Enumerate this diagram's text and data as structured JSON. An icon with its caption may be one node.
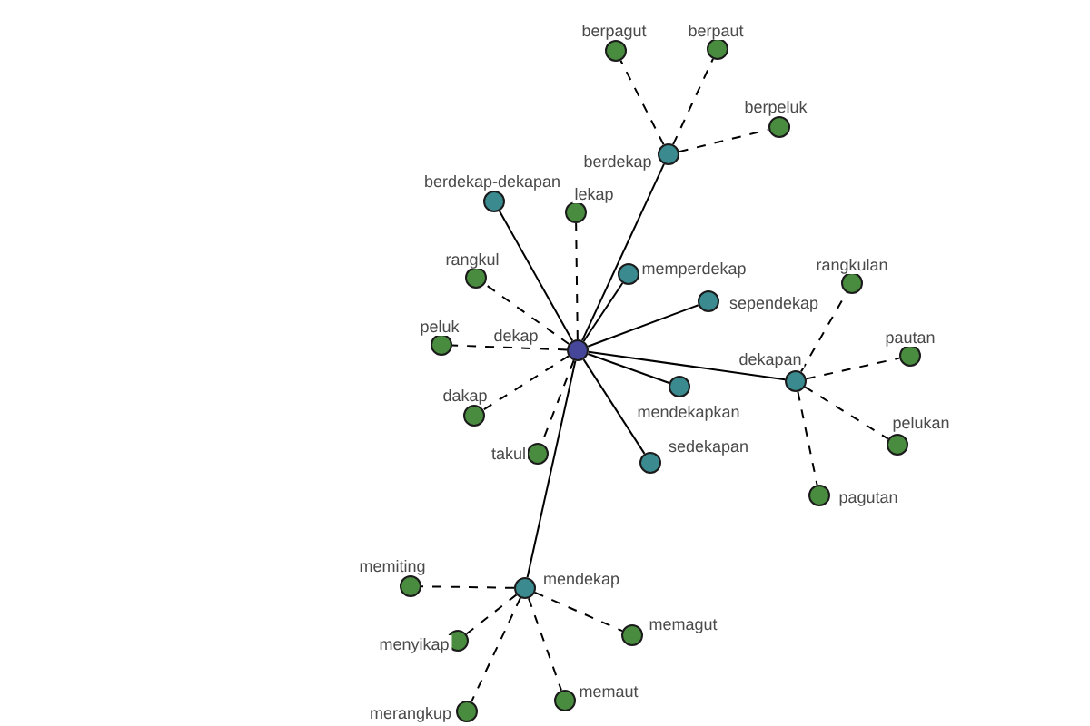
{
  "diagram": {
    "nodes": [
      {
        "text": [
          "berpagut"
        ]
      },
      {
        "text": [
          "berpaut"
        ]
      },
      {
        "text": [
          "berpeluk"
        ]
      },
      {
        "text": [
          "berdekap"
        ]
      },
      {
        "text": [
          "berdekap-dekapan"
        ]
      },
      {
        "text": [
          "lekap"
        ]
      },
      {
        "text": [
          "memperdekap"
        ]
      },
      {
        "text": [
          "rangkul"
        ]
      },
      {
        "text": [
          "rangkulan"
        ]
      },
      {
        "text": [
          "sependekap"
        ]
      },
      {
        "text": [
          "peluk"
        ]
      },
      {
        "text": [
          "dekap"
        ]
      },
      {
        "text": [
          "pautan"
        ]
      },
      {
        "text": [
          "mendekapkan"
        ]
      },
      {
        "text": [
          "dekapan"
        ]
      },
      {
        "text": [
          "dakap"
        ]
      },
      {
        "text": [
          "pelukan"
        ]
      },
      {
        "text": [
          "takul"
        ]
      },
      {
        "text": [
          "sedekapan"
        ]
      },
      {
        "text": [
          "pagutan"
        ]
      },
      {
        "text": [
          "memiting"
        ]
      },
      {
        "text": [
          "mendekap"
        ]
      },
      {
        "text": [
          "menyikap"
        ]
      },
      {
        "text": [
          "memagut"
        ]
      },
      {
        "text": [
          "memaut"
        ]
      },
      {
        "text": [
          "merangkup"
        ]
      }
    ],
    "edges": [
      {
        "from": 3,
        "to": 0,
        "arrow": "none",
        "style": "dashed"
      },
      {
        "from": 3,
        "to": 1,
        "arrow": "none",
        "style": "dashed"
      },
      {
        "from": 3,
        "to": 2,
        "arrow": "none",
        "style": "dashed"
      },
      {
        "from": 11,
        "to": 3,
        "arrow": "none"
      },
      {
        "from": 11,
        "to": 4,
        "arrow": "none"
      },
      {
        "from": 11,
        "to": 5,
        "arrow": "none",
        "style": "dashed"
      },
      {
        "from": 11,
        "to": 6,
        "arrow": "none"
      },
      {
        "from": 11,
        "to": 7,
        "arrow": "none",
        "style": "dashed"
      },
      {
        "from": 11,
        "to": 9,
        "arrow": "none"
      },
      {
        "from": 11,
        "to": 10,
        "arrow": "none",
        "style": "dashed"
      },
      {
        "from": 11,
        "to": 13,
        "arrow": "none"
      },
      {
        "from": 11,
        "to": 14,
        "arrow": "none"
      },
      {
        "from": 11,
        "to": 15,
        "arrow": "none",
        "style": "dashed"
      },
      {
        "from": 11,
        "to": 17,
        "arrow": "none",
        "style": "dashed"
      },
      {
        "from": 11,
        "to": 18,
        "arrow": "none"
      },
      {
        "from": 11,
        "to": 21,
        "arrow": "none"
      },
      {
        "from": 14,
        "to": 8,
        "arrow": "none",
        "style": "dashed"
      },
      {
        "from": 14,
        "to": 12,
        "arrow": "none",
        "style": "dashed"
      },
      {
        "from": 14,
        "to": 16,
        "arrow": "none",
        "style": "dashed"
      },
      {
        "from": 14,
        "to": 19,
        "arrow": "none",
        "style": "dashed"
      },
      {
        "from": 21,
        "to": 20,
        "arrow": "none",
        "style": "dashed"
      },
      {
        "from": 21,
        "to": 22,
        "arrow": "none",
        "style": "dashed"
      },
      {
        "from": 21,
        "to": 23,
        "arrow": "none",
        "style": "dashed"
      },
      {
        "from": 21,
        "to": 24,
        "arrow": "none",
        "style": "dashed"
      },
      {
        "from": 21,
        "to": 25,
        "arrow": "none",
        "style": "dashed"
      }
    ]
  }
}
